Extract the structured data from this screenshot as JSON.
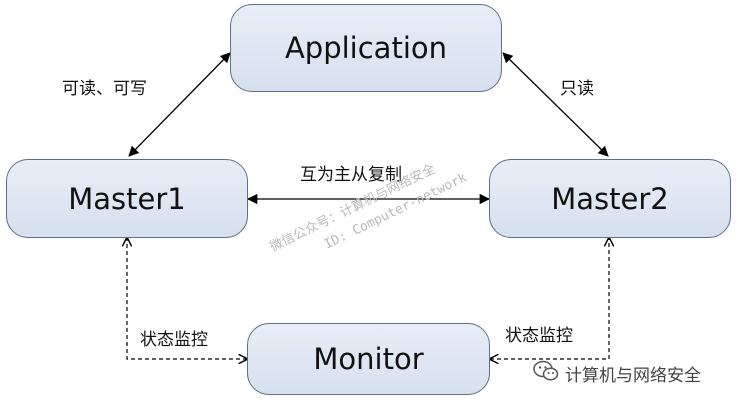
{
  "nodes": {
    "application": "Application",
    "master1": "Master1",
    "master2": "Master2",
    "monitor": "Monitor"
  },
  "edges": {
    "app_master1": "可读、可写",
    "app_master2": "只读",
    "master_master": "互为主从复制",
    "monitor_master1": "状态监控",
    "monitor_master2": "状态监控"
  },
  "watermark": {
    "line1": "微信公众号：计算机与网络安全",
    "line2": "ID: Computer-network"
  },
  "brand": {
    "text": "计算机与网络安全",
    "icon": "wechat-icon"
  }
}
